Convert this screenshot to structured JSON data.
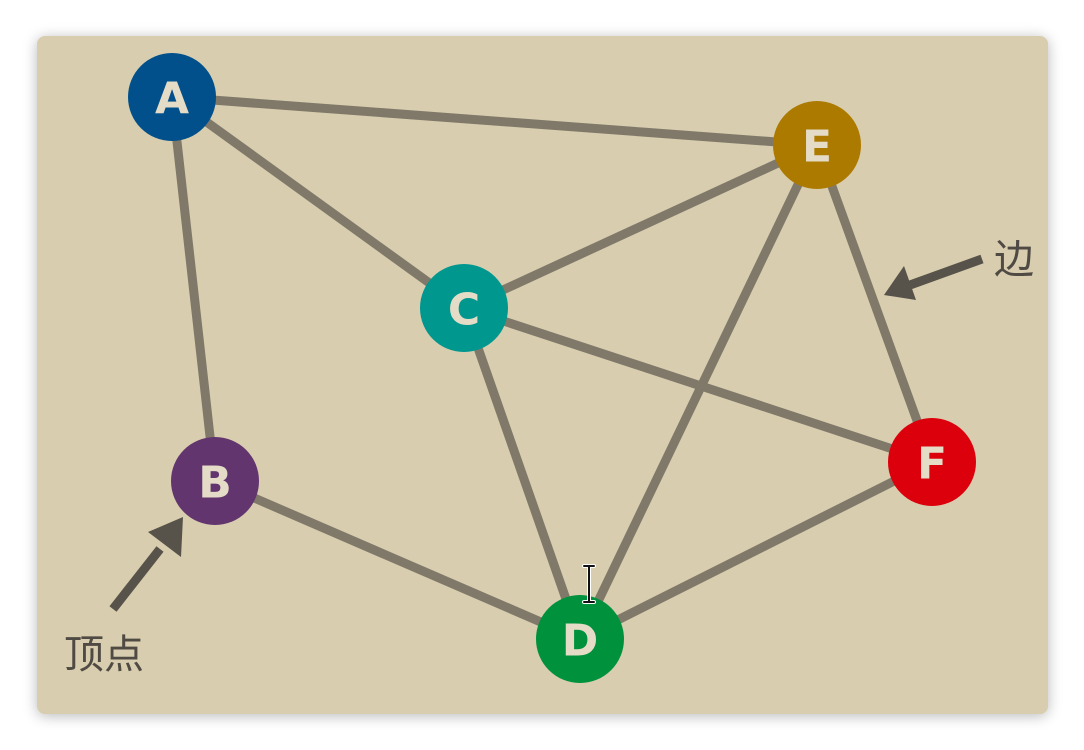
{
  "nodes": [
    {
      "id": "A",
      "label": "A",
      "color": "#01508b"
    },
    {
      "id": "B",
      "label": "B",
      "color": "#62356f"
    },
    {
      "id": "C",
      "label": "C",
      "color": "#00978f"
    },
    {
      "id": "D",
      "label": "D",
      "color": "#00913d"
    },
    {
      "id": "E",
      "label": "E",
      "color": "#ad7a00"
    },
    {
      "id": "F",
      "label": "F",
      "color": "#db000c"
    }
  ],
  "edges": [
    [
      "A",
      "E"
    ],
    [
      "A",
      "C"
    ],
    [
      "A",
      "B"
    ],
    [
      "E",
      "C"
    ],
    [
      "E",
      "D"
    ],
    [
      "E",
      "F"
    ],
    [
      "C",
      "F"
    ],
    [
      "C",
      "D"
    ],
    [
      "B",
      "D"
    ],
    [
      "F",
      "D"
    ]
  ],
  "callouts": {
    "vertex_label": "顶点",
    "edge_label": "边"
  },
  "colors": {
    "background": "#d8cdae",
    "edge": "#80796a",
    "node_text": "#e4dcc6",
    "pointer": "#57524a"
  },
  "icons": {
    "text_cursor": "i-beam-cursor-icon"
  }
}
